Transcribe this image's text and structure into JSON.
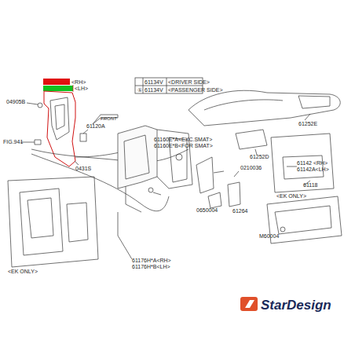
{
  "diagram": {
    "labels": [
      "<RH>",
      "<LH>",
      "04905B",
      "61134V",
      "<DRIVER SIDE>",
      "①",
      "61134V",
      "<PASSENGER SIDE>",
      "FRONT",
      "61252E",
      "61120A",
      "FIG.941",
      "61160E*A<EXC.SMAT>",
      "61160E*B<FOR SMAT>",
      "61252D",
      "0431S",
      "61142 <RH>",
      "0210036",
      "61142A<LH>",
      "61118",
      "<EK ONLY>",
      "0650004",
      "61264",
      "M60004",
      "61176H*A<RH>",
      "61176H*B<LH>",
      "<EK ONLY>",
      "StarDesign"
    ]
  }
}
